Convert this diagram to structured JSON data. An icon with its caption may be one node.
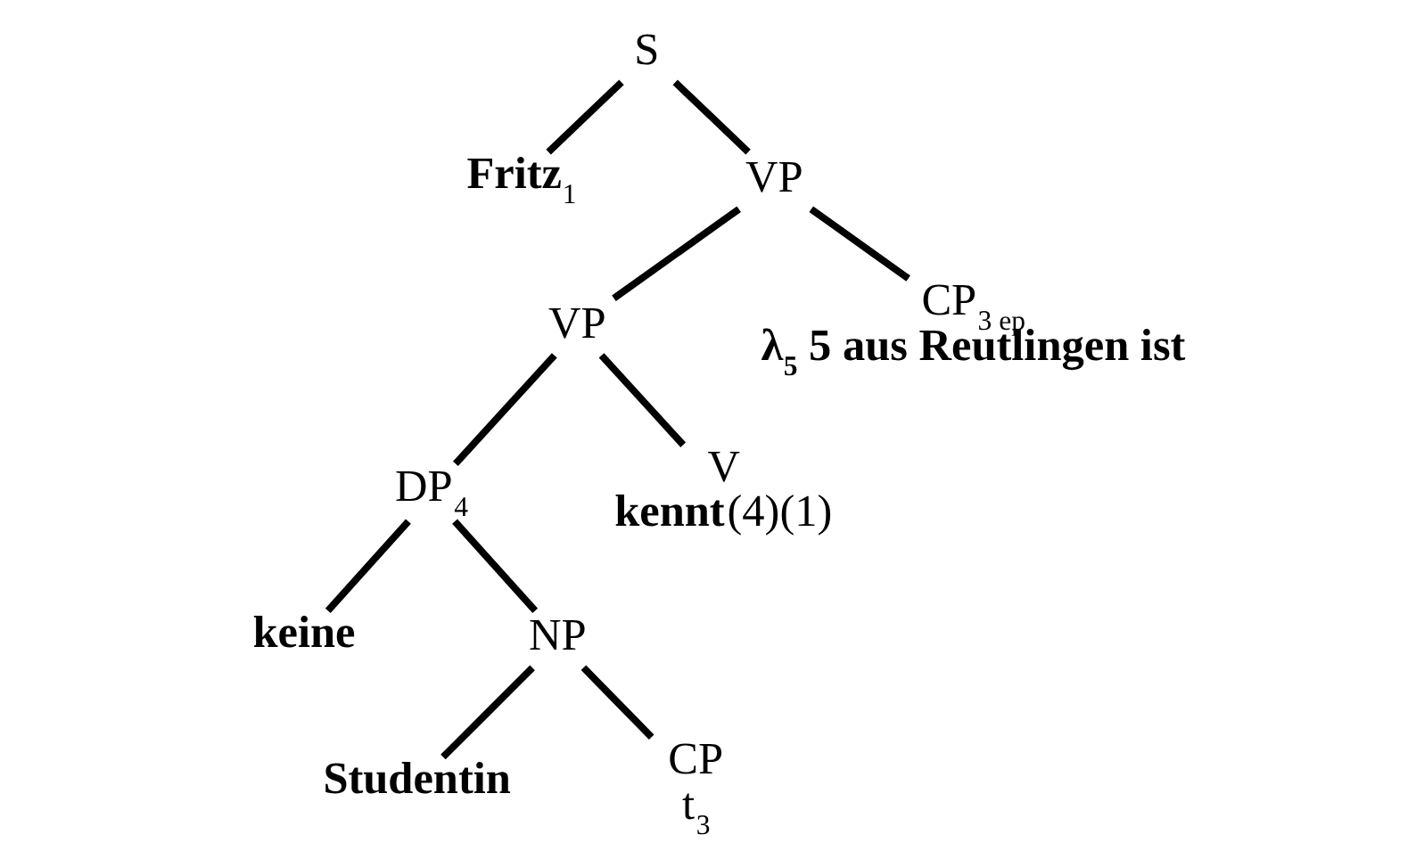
{
  "diagram": {
    "nodes": [
      {
        "text": [
          "S"
        ]
      },
      {
        "text": [
          "**Fritz**$_{1}$"
        ]
      },
      {
        "text": [
          "VP"
        ]
      },
      {
        "text": [
          "VP"
        ]
      },
      {
        "text": [
          "CP$_{3 ep}$",
          "λ$_{5}$ 5 aus Reutlingen ist"
        ]
      },
      {
        "text": [
          "DP$_{4}$"
        ]
      },
      {
        "text": [
          "V",
          "**kennt**(4)(1)"
        ]
      },
      {
        "text": [
          "keine"
        ]
      },
      {
        "text": [
          "NP"
        ]
      },
      {
        "text": [
          "Studentin"
        ]
      },
      {
        "text": [
          "CP",
          "t$_{3}$"
        ]
      }
    ],
    "edges": [
      {
        "from": 0,
        "to": 1,
        "arrow": "none"
      },
      {
        "from": 0,
        "to": 2,
        "arrow": "none"
      },
      {
        "from": 2,
        "to": 3,
        "arrow": "none"
      },
      {
        "from": 2,
        "to": 4,
        "arrow": "none"
      },
      {
        "from": 3,
        "to": 5,
        "arrow": "none"
      },
      {
        "from": 3,
        "to": 6,
        "arrow": "none"
      },
      {
        "from": 5,
        "to": 7,
        "arrow": "none"
      },
      {
        "from": 5,
        "to": 8,
        "arrow": "none"
      },
      {
        "from": 8,
        "to": 9,
        "arrow": "none"
      },
      {
        "from": 8,
        "to": 10,
        "arrow": "none"
      }
    ]
  }
}
